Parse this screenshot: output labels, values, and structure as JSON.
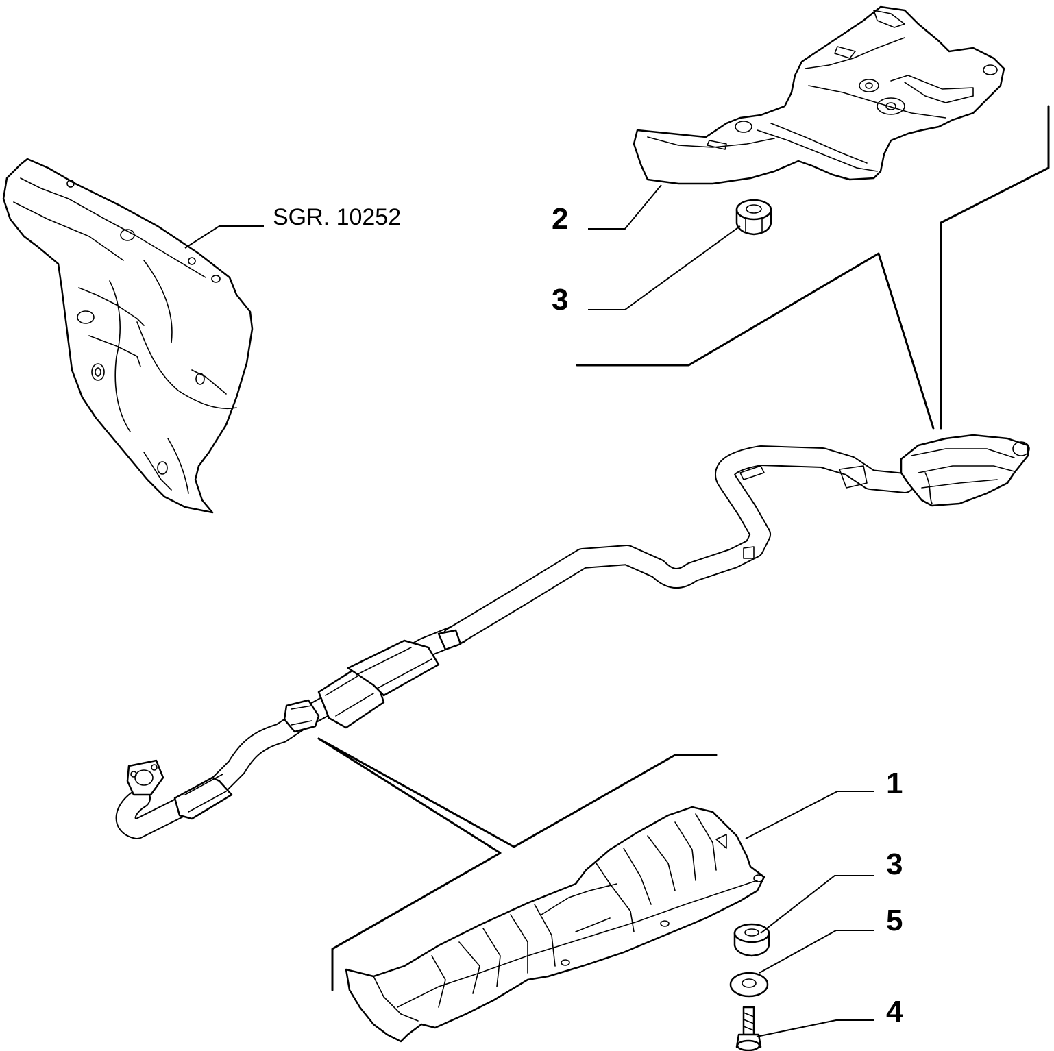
{
  "reference_label": "SGR. 10252",
  "callouts": {
    "heat_shield_center": "1",
    "heat_shield_rear": "2",
    "nut_top": "3",
    "nut_bottom": "3",
    "screw": "4",
    "washer": "5"
  },
  "colors": {
    "line": "#000000",
    "background": "#ffffff"
  }
}
